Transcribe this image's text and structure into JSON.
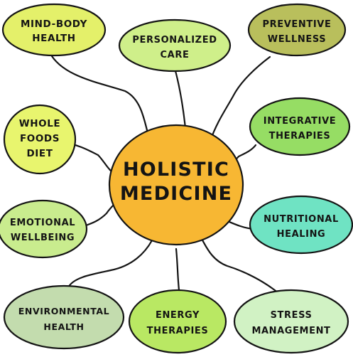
{
  "center": {
    "line1": "HOLISTIC",
    "line2": "MEDICINE",
    "color": "#F7B733"
  },
  "nodes": {
    "mind_body_health": {
      "line1": "MIND-BODY",
      "line2": "HEALTH",
      "color": "#E4F06A"
    },
    "personalized_care": {
      "line1": "PERSONALIZED",
      "line2": "CARE",
      "color": "#CFEF8A"
    },
    "preventive_wellness": {
      "line1": "PREVENTIVE",
      "line2": "WELLNESS",
      "color": "#B9BF5C"
    },
    "whole_foods_diet": {
      "line1": "WHOLE",
      "line2": "FOODS",
      "line3": "DIET",
      "color": "#E8F56E"
    },
    "integrative_therapies": {
      "line1": "INTEGRATIVE",
      "line2": "THERAPIES",
      "color": "#96DD64"
    },
    "emotional_wellbeing": {
      "line1": "EMOTIONAL",
      "line2": "WELLBEING",
      "color": "#C9EC8E"
    },
    "nutritional_healing": {
      "line1": "NUTRITIONAL",
      "line2": "HEALING",
      "color": "#6FE3C3"
    },
    "environmental_health": {
      "line1": "ENVIRONMENTAL",
      "line2": "HEALTH",
      "color": "#C3DCAE"
    },
    "energy_therapies": {
      "line1": "ENERGY",
      "line2": "THERAPIES",
      "color": "#B9E863"
    },
    "stress_management": {
      "line1": "STRESS",
      "line2": "MANAGEMENT",
      "color": "#D1F2C4"
    }
  }
}
